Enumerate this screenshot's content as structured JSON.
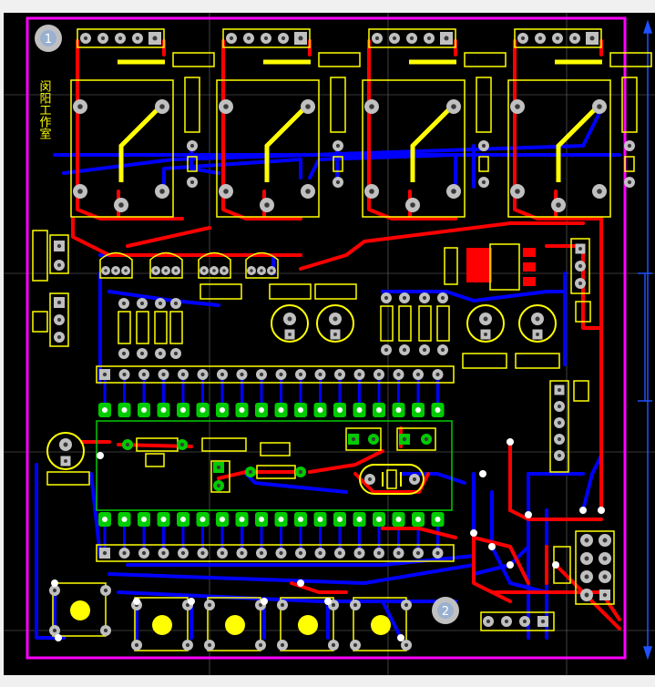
{
  "window": {
    "title": ""
  },
  "board": {
    "mounting_holes": [
      {
        "label": "1"
      },
      {
        "label": "2"
      }
    ],
    "silkscreen_text": "闵阳工作室"
  },
  "colors": {
    "background": "#000000",
    "outline": "#ff00ff",
    "top_copper": "#ff0000",
    "bottom_copper": "#0000ff",
    "silkscreen": "#ffff00",
    "pad": "#c0c0c0",
    "selected_pad": "#00cc00",
    "grid": "#c8c8c8",
    "jumper": "#ffff00"
  }
}
